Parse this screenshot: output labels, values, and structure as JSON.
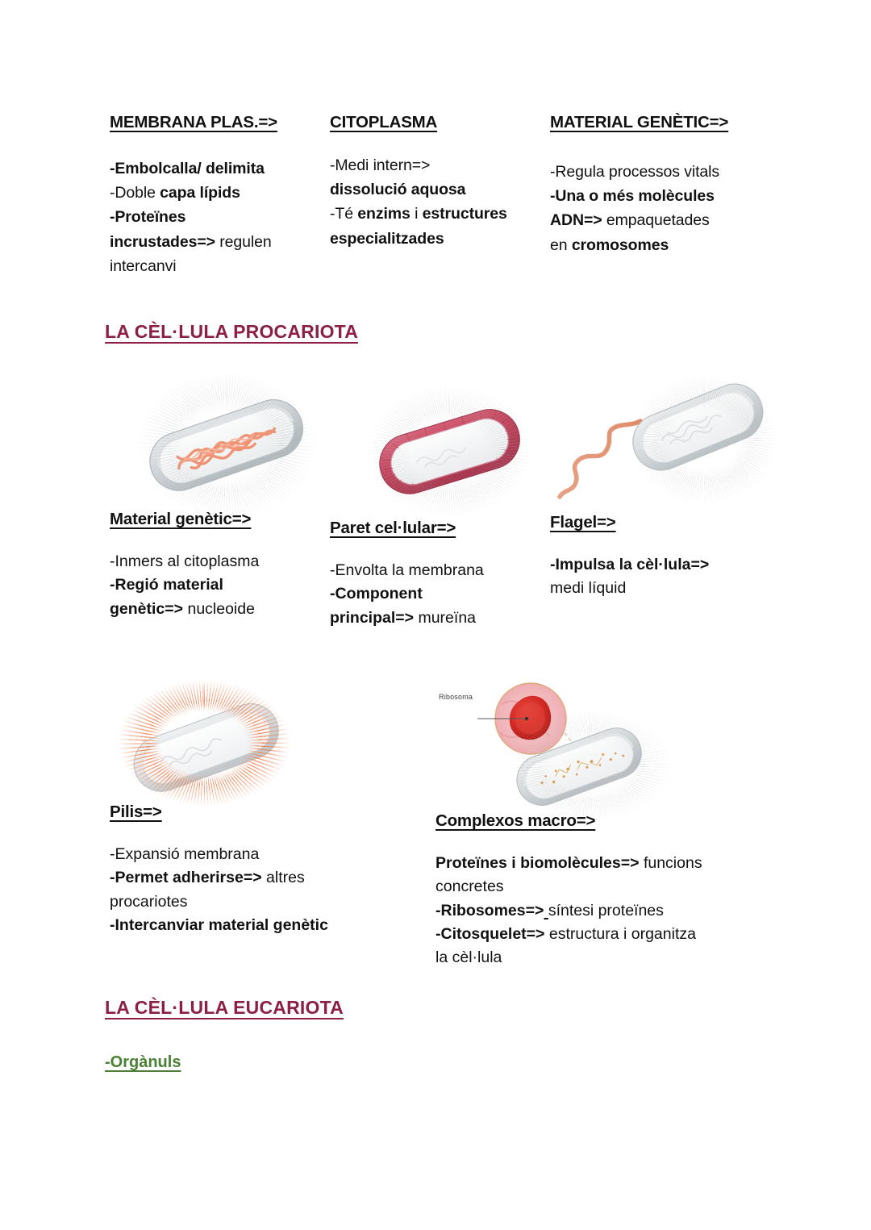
{
  "document": {
    "language": "ca",
    "page_background": "#ffffff"
  },
  "colors": {
    "text": "#111111",
    "section_heading": "#8c1f43",
    "green_note": "#4a8034",
    "cell_membrane_grey": "#c9cfd2",
    "cell_wall_pink": "#c8526b",
    "flagellum_orange": "#e98f6a",
    "pili_orange": "#f3814f",
    "ribosome_red": "#d8322b"
  },
  "top_columns": [
    {
      "id": "membrana-plasmatica",
      "heading": "MEMBRANA PLAS.=>",
      "lines": [
        [
          {
            "t": "-Embolcalla/ delimita",
            "w": "bold"
          }
        ],
        [
          {
            "t": "-Doble ",
            "w": "normal"
          },
          {
            "t": "capa lípids",
            "w": "bold"
          }
        ],
        [
          {
            "t": "-Proteïnes",
            "w": "bold"
          }
        ],
        [
          {
            "t": "incrustades=> ",
            "w": "bold"
          },
          {
            "t": "regulen",
            "w": "normal"
          }
        ],
        [
          {
            "t": "intercanvi",
            "w": "normal"
          }
        ]
      ]
    },
    {
      "id": "citoplasma",
      "heading": "CITOPLASMA",
      "lines": [
        [
          {
            "t": "-Medi intern=>",
            "w": "normal"
          }
        ],
        [
          {
            "t": "dissolució aquosa",
            "w": "bold"
          }
        ],
        [
          {
            "t": "-Té ",
            "w": "normal"
          },
          {
            "t": "enzims",
            "w": "bold"
          },
          {
            "t": " i ",
            "w": "normal"
          },
          {
            "t": "estructures",
            "w": "bold"
          }
        ],
        [
          {
            "t": "especialitzades",
            "w": "bold"
          }
        ]
      ]
    },
    {
      "id": "material-genetic",
      "heading": "MATERIAL GENÈTIC=>",
      "lines": [
        [
          {
            "t": "-Regula processos vitals",
            "w": "normal"
          }
        ],
        [
          {
            "t": "-Una o més molècules",
            "w": "bold"
          }
        ],
        [
          {
            "t": "ADN=> ",
            "w": "bold"
          },
          {
            "t": "empaquetades",
            "w": "normal"
          }
        ],
        [
          {
            "t": "en ",
            "w": "normal"
          },
          {
            "t": "cromosomes",
            "w": "bold"
          }
        ]
      ]
    }
  ],
  "section_procariota": {
    "title": "LA CÈL·LULA PROCARIOTA"
  },
  "figures": [
    {
      "id": "material-genetic-fig",
      "image_name": "prokaryote-cell-nucleoid-dna",
      "heading": "Material genètic=>",
      "lines": [
        [
          {
            "t": "-Inmers al citoplasma",
            "w": "normal"
          }
        ],
        [
          {
            "t": "-Regió material",
            "w": "bold"
          }
        ],
        [
          {
            "t": "genètic=> ",
            "w": "bold"
          },
          {
            "t": "nucleoide",
            "w": "normal"
          }
        ]
      ]
    },
    {
      "id": "paret-cellular-fig",
      "image_name": "prokaryote-cell-wall",
      "heading": "Paret cel·lular=>",
      "lines": [
        [
          {
            "t": "-Envolta la membrana",
            "w": "normal"
          }
        ],
        [
          {
            "t": "-Component",
            "w": "bold"
          }
        ],
        [
          {
            "t": "principal=> ",
            "w": "bold"
          },
          {
            "t": "mureïna",
            "w": "normal"
          }
        ]
      ]
    },
    {
      "id": "flagel-fig",
      "image_name": "prokaryote-cell-flagellum",
      "heading": "Flagel=>",
      "lines": [
        [
          {
            "t": "-Impulsa la cèl·lula=>",
            "w": "bold"
          }
        ],
        [
          {
            "t": "medi líquid",
            "w": "normal"
          }
        ]
      ]
    },
    {
      "id": "pilis-fig",
      "image_name": "prokaryote-cell-pili",
      "heading": "Pilis=>",
      "lines": [
        [
          {
            "t": "-Expansió membrana",
            "w": "normal"
          }
        ],
        [
          {
            "t": "-Permet adherirse=> ",
            "w": "bold"
          },
          {
            "t": "altres",
            "w": "normal"
          }
        ],
        [
          {
            "t": "procariotes",
            "w": "normal"
          }
        ],
        [
          {
            "t": "-Intercanviar material genètic",
            "w": "bold"
          }
        ]
      ]
    },
    {
      "id": "complexos-macro-fig",
      "image_name": "prokaryote-cell-ribosomes",
      "image_caption": "Ribosoma",
      "heading": "Complexos macro=>",
      "lines": [
        [
          {
            "t": "Proteïnes i biomolècules=> ",
            "w": "bold"
          },
          {
            "t": "funcions",
            "w": "normal"
          }
        ],
        [
          {
            "t": "concretes",
            "w": "normal"
          }
        ],
        [
          {
            "t": "-Ribosomes=> ",
            "w": "bold"
          },
          {
            "t": "síntesi proteïnes",
            "w": "normal"
          }
        ],
        [
          {
            "t": "-Citosquelet=> ",
            "w": "bold"
          },
          {
            "t": "estructura i organitza",
            "w": "normal"
          }
        ],
        [
          {
            "t": "la cèl·lula",
            "w": "normal"
          }
        ]
      ]
    }
  ],
  "section_eucariota": {
    "title": "LA CÈL·LULA EUCARIOTA",
    "note": "-Orgànuls"
  }
}
